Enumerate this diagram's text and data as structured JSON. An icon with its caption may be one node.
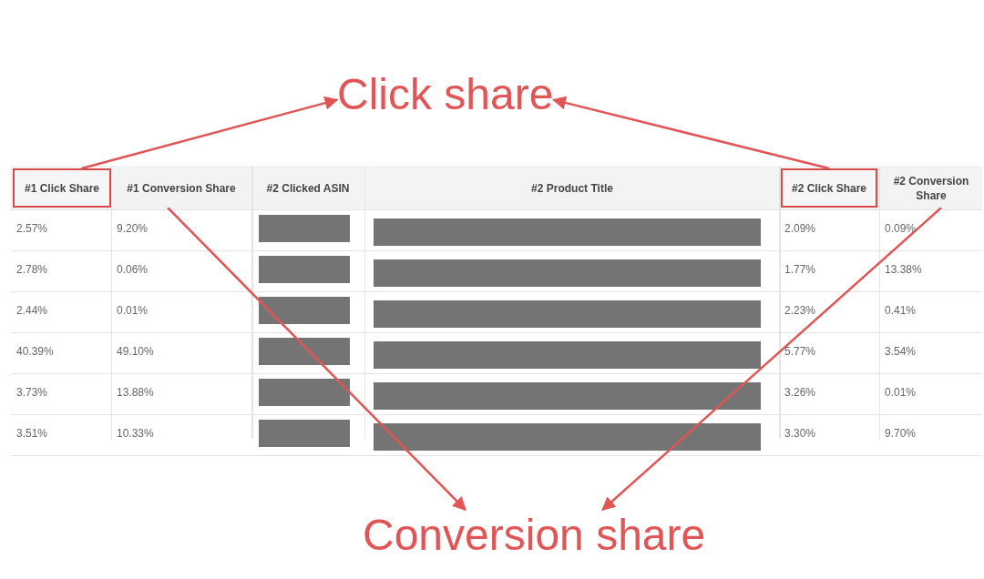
{
  "diagram": {
    "nodes": [
      {
        "text": [
          "Click share"
        ]
      },
      {
        "text": [
          "Conversion share"
        ]
      },
      {
        "text": [
          "#1 Click Share"
        ]
      },
      {
        "text": [
          "#1 Conversion Share"
        ]
      },
      {
        "text": [
          "#2 Clicked ASIN"
        ]
      },
      {
        "text": [
          "#2 Product Title"
        ]
      },
      {
        "text": [
          "#2 Click Share"
        ]
      },
      {
        "text": [
          "#2 Conversion Share"
        ]
      }
    ],
    "edges": [
      {
        "from": 2,
        "to": 0,
        "arrow": "to"
      },
      {
        "from": 6,
        "to": 0,
        "arrow": "to"
      },
      {
        "from": 3,
        "to": 1,
        "arrow": "to"
      },
      {
        "from": 7,
        "to": 1,
        "arrow": "to"
      }
    ],
    "labels": [
      "2.57%",
      "9.20%",
      "2.09%",
      "0.09%",
      "2.78%",
      "0.06%",
      "1.77%",
      "13.38%",
      "2.44%",
      "0.01%",
      "2.23%",
      "0.41%",
      "40.39%",
      "49.10%",
      "5.77%",
      "3.54%",
      "3.73%",
      "13.88%",
      "3.26%",
      "0.01%",
      "3.51%",
      "10.33%",
      "3.30%",
      "9.70%"
    ]
  }
}
